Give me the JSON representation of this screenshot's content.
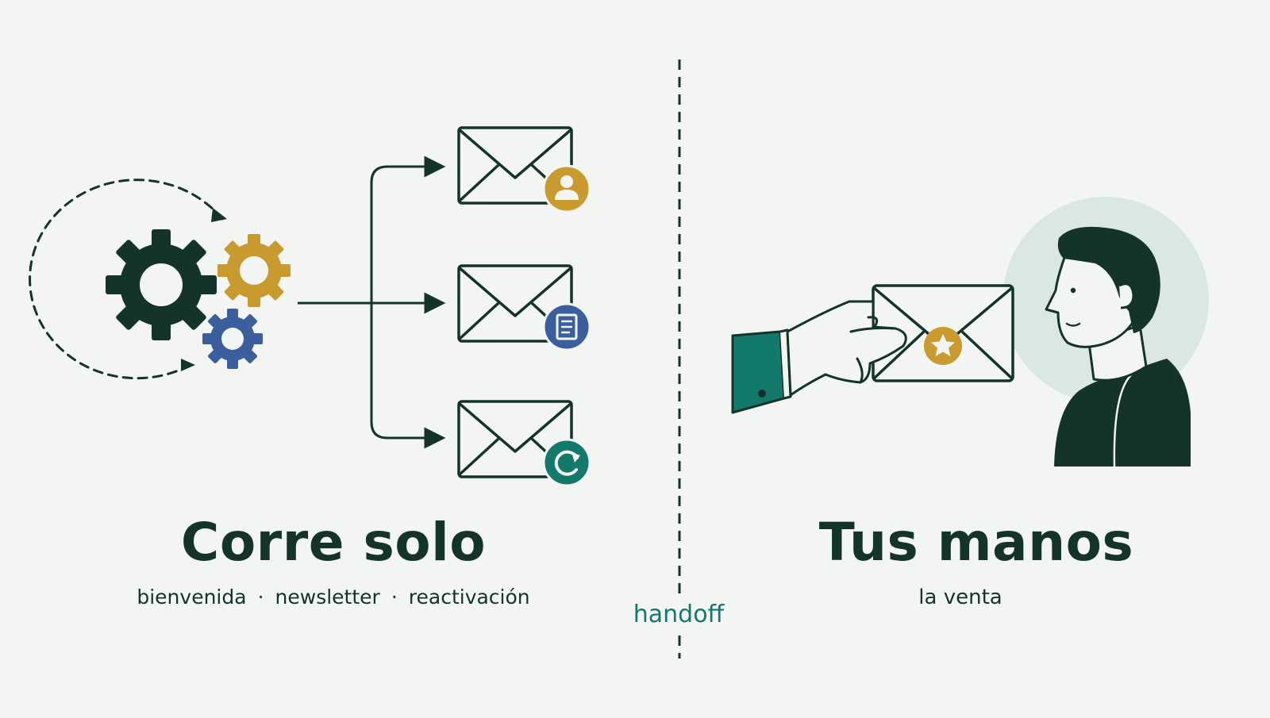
{
  "left": {
    "title": "Corre solo",
    "subtitle_items": [
      "bienvenida",
      "newsletter",
      "reactivación"
    ],
    "separator": "·"
  },
  "divider": {
    "label": "handoff"
  },
  "right": {
    "title": "Tus manos",
    "subtitle": "la venta"
  },
  "colors": {
    "dark": "#13332b",
    "gold": "#c99a2e",
    "blue": "#3b5f9c",
    "teal": "#137a6b",
    "halo": "#dbe7e2",
    "background": "#f3f5f3"
  },
  "icons": {
    "engine": [
      "gear-icon-large",
      "gear-icon-medium",
      "gear-icon-small",
      "cycle-arrow-icon"
    ],
    "emails": [
      "envelope-icon",
      "user-badge-icon",
      "document-badge-icon",
      "refresh-badge-icon"
    ],
    "handoff": [
      "hand-icon",
      "envelope-icon",
      "star-badge-icon",
      "person-icon"
    ]
  }
}
